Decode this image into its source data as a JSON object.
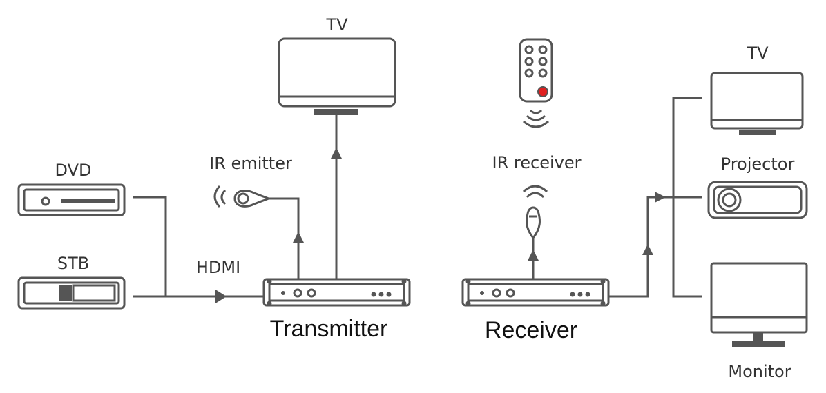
{
  "labels": {
    "tv_top": "TV",
    "ir_emitter": "IR emitter",
    "ir_receiver": "IR receiver",
    "dvd": "DVD",
    "stb": "STB",
    "hdmi": "HDMI",
    "transmitter": "Transmitter",
    "receiver": "Receiver",
    "tv_right": "TV",
    "projector": "Projector",
    "monitor": "Monitor"
  },
  "colors": {
    "line": "#555555",
    "remote_button_accent": "#e02020",
    "text": "#333333"
  },
  "icons": [
    "tv-icon",
    "remote-control-icon",
    "ir-emitter-icon",
    "ir-receiver-icon",
    "dvd-player-icon",
    "set-top-box-icon",
    "transmitter-box-icon",
    "receiver-box-icon",
    "projector-icon",
    "monitor-icon",
    "signal-waves-icon",
    "arrow-icon"
  ]
}
